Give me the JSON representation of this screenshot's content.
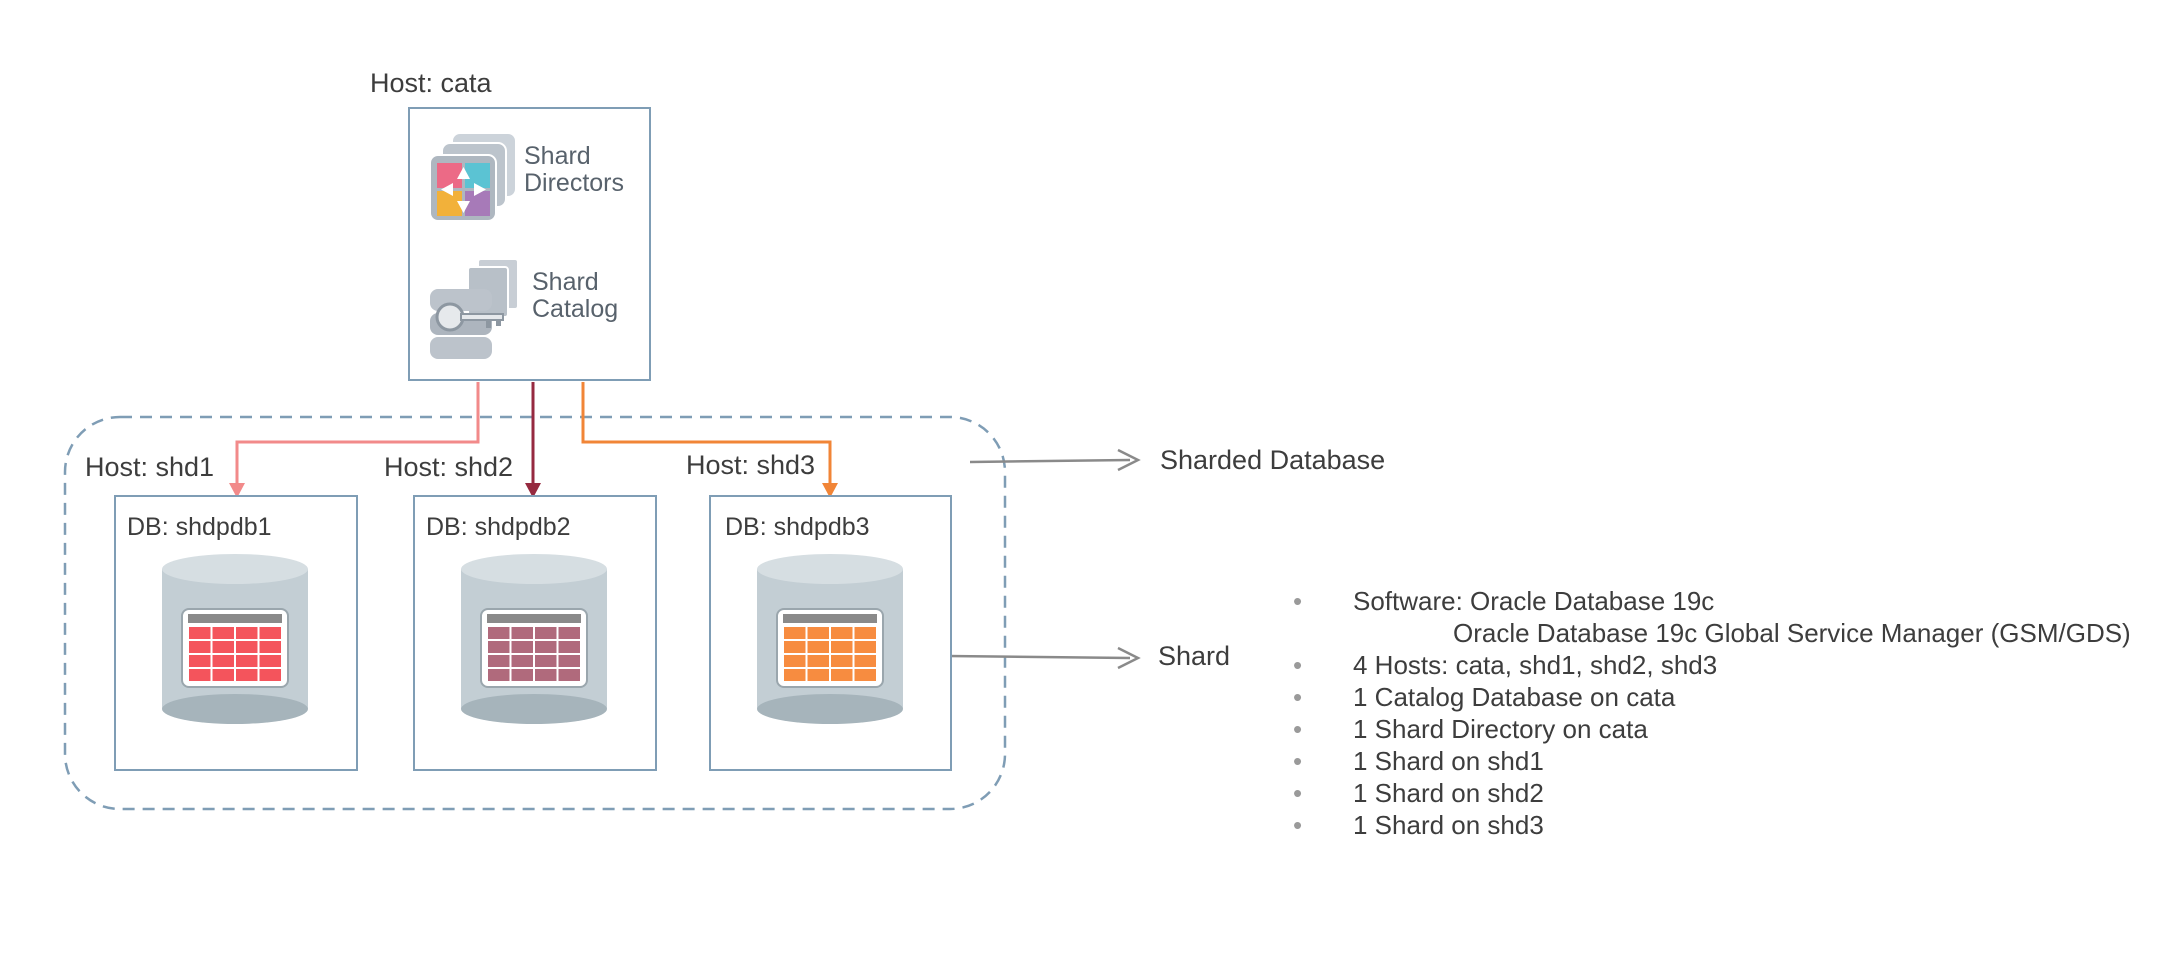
{
  "cata_host": {
    "label": "Host: cata"
  },
  "directors": {
    "line1": "Shard",
    "line2": "Directors"
  },
  "catalog": {
    "line1": "Shard",
    "line2": "Catalog"
  },
  "shards": [
    {
      "host": "Host: shd1",
      "db": "DB: shdpdb1",
      "color": "#f4545c",
      "arrow_color": "#f28a8a"
    },
    {
      "host": "Host: shd2",
      "db": "DB: shdpdb2",
      "color": "#b06a7c",
      "arrow_color": "#962a40"
    },
    {
      "host": "Host: shd3",
      "db": "DB: shdpdb3",
      "color": "#f78c40",
      "arrow_color": "#f18537"
    }
  ],
  "callouts": {
    "sharded_database": "Sharded Database",
    "shard": "Shard"
  },
  "notes": {
    "software": "Software: Oracle Database 19c",
    "software_indent": "Oracle Database 19c Global Service Manager (GSM/GDS)",
    "items": [
      "4 Hosts:  cata, shd1, shd2, shd3",
      "1 Catalog Database on cata",
      "1 Shard Directory on cata",
      "1 Shard on shd1",
      "1 Shard on shd2",
      "1 Shard on shd3"
    ],
    "bullet": "•"
  }
}
